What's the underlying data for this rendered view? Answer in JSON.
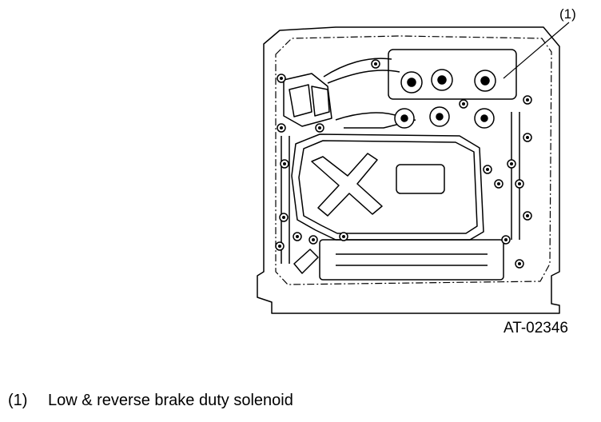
{
  "figure": {
    "callout": "(1)",
    "code": "AT-02346"
  },
  "legend": [
    {
      "num": "(1)",
      "text": "Low & reverse brake duty solenoid"
    }
  ]
}
